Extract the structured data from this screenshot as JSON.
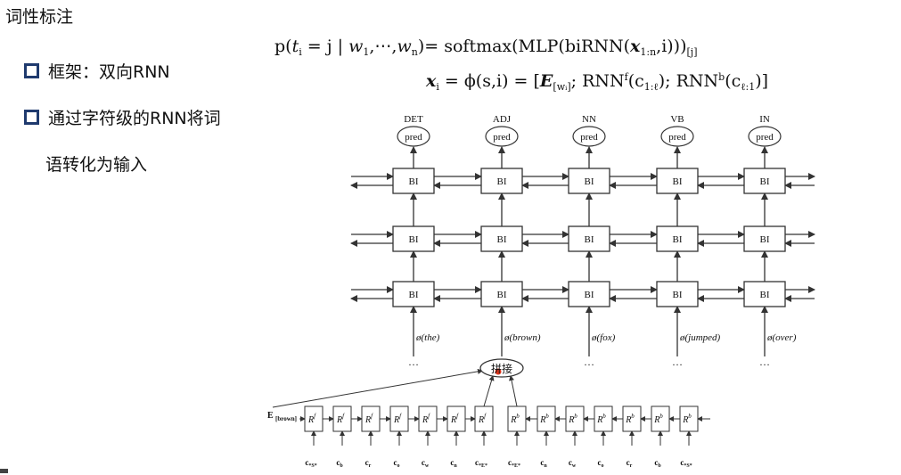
{
  "slide": {
    "title": "词性标注",
    "bullets": [
      "框架：双向RNN",
      "通过字符级的RNN将词"
    ],
    "bullet_continuation": "语转化为输入"
  },
  "equations": {
    "eq1": {
      "lhs_p": "p(",
      "t": "t",
      "t_sub": "i",
      "eq_j": " = j | ",
      "w1": "w",
      "w1_sub": "1",
      "dots": ",⋯,",
      "wn": "w",
      "wn_sub": "n",
      "rhs": ")= softmax(MLP(biRNN(",
      "x": "x",
      "x_sub": "1:n",
      "end": ",i)))",
      "end_sub": "[j]"
    },
    "eq2": {
      "x": "x",
      "x_sub": "i",
      "mid": " = ϕ(s,i) = [",
      "E": "E",
      "E_sub": "[wᵢ]",
      "rnnf": "; RNN",
      "rnnf_sup": "f",
      "c1": "(c",
      "c1_sub": "1:ℓ",
      "rnnb": "); RNN",
      "rnnb_sup": "b",
      "c2": "(c",
      "c2_sub": "ℓ:1",
      "close": ")]"
    }
  },
  "diagram": {
    "tags": [
      "DET",
      "ADJ",
      "NN",
      "VB",
      "IN"
    ],
    "pred_label": "pred",
    "cell_label": "BI",
    "inputs": [
      "ø(the)",
      "ø(brown)",
      "ø(fox)",
      "ø(jumped)",
      "ø(over)"
    ],
    "ellipsis": "…",
    "concat_label": "拼接",
    "embedding_label": "E",
    "embedding_sub": "[brown]",
    "forward_cell": "R",
    "forward_sup": "f",
    "backward_cell": "R",
    "backward_sup": "b",
    "forward_chars": [
      "*S*",
      "b",
      "r",
      "o",
      "w",
      "n",
      "*E*"
    ],
    "backward_chars": [
      "*E*",
      "n",
      "w",
      "o",
      "r",
      "b",
      "*S*"
    ],
    "char_prefix": "c",
    "highlight_color": "#d9331a"
  }
}
